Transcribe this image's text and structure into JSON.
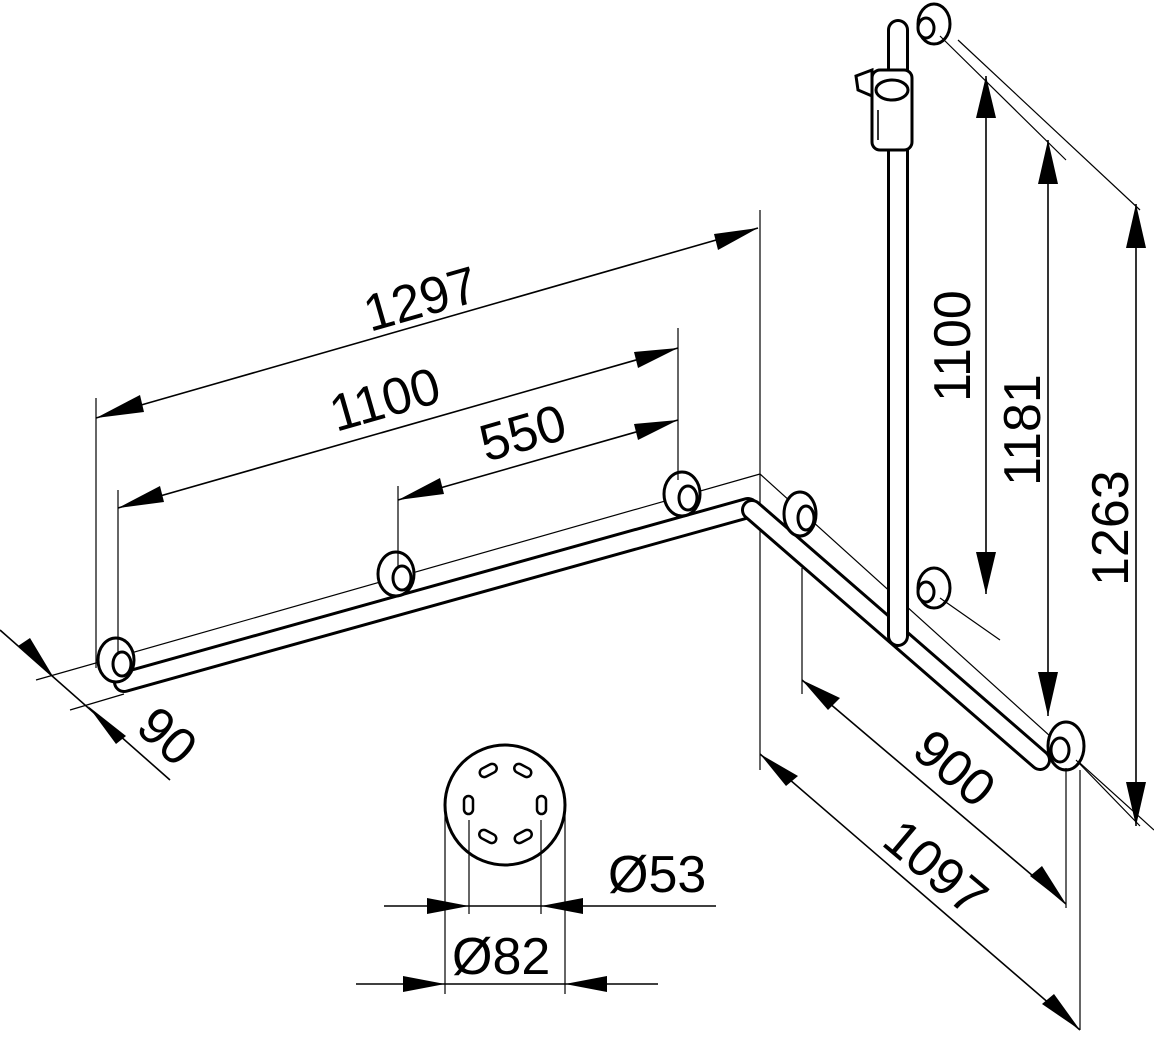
{
  "dimensions": {
    "horizontal_total": "1297",
    "horizontal_bar": "1100",
    "horizontal_half": "550",
    "wall_offset": "90",
    "vertical_bar": "1100",
    "vertical_total_a": "1181",
    "vertical_total_b": "1263",
    "diagonal_run": "900",
    "diagonal_total": "1097",
    "rose_inner": "Ø53",
    "rose_outer": "Ø82"
  },
  "colors": {
    "line": "#000000",
    "background": "#ffffff"
  }
}
